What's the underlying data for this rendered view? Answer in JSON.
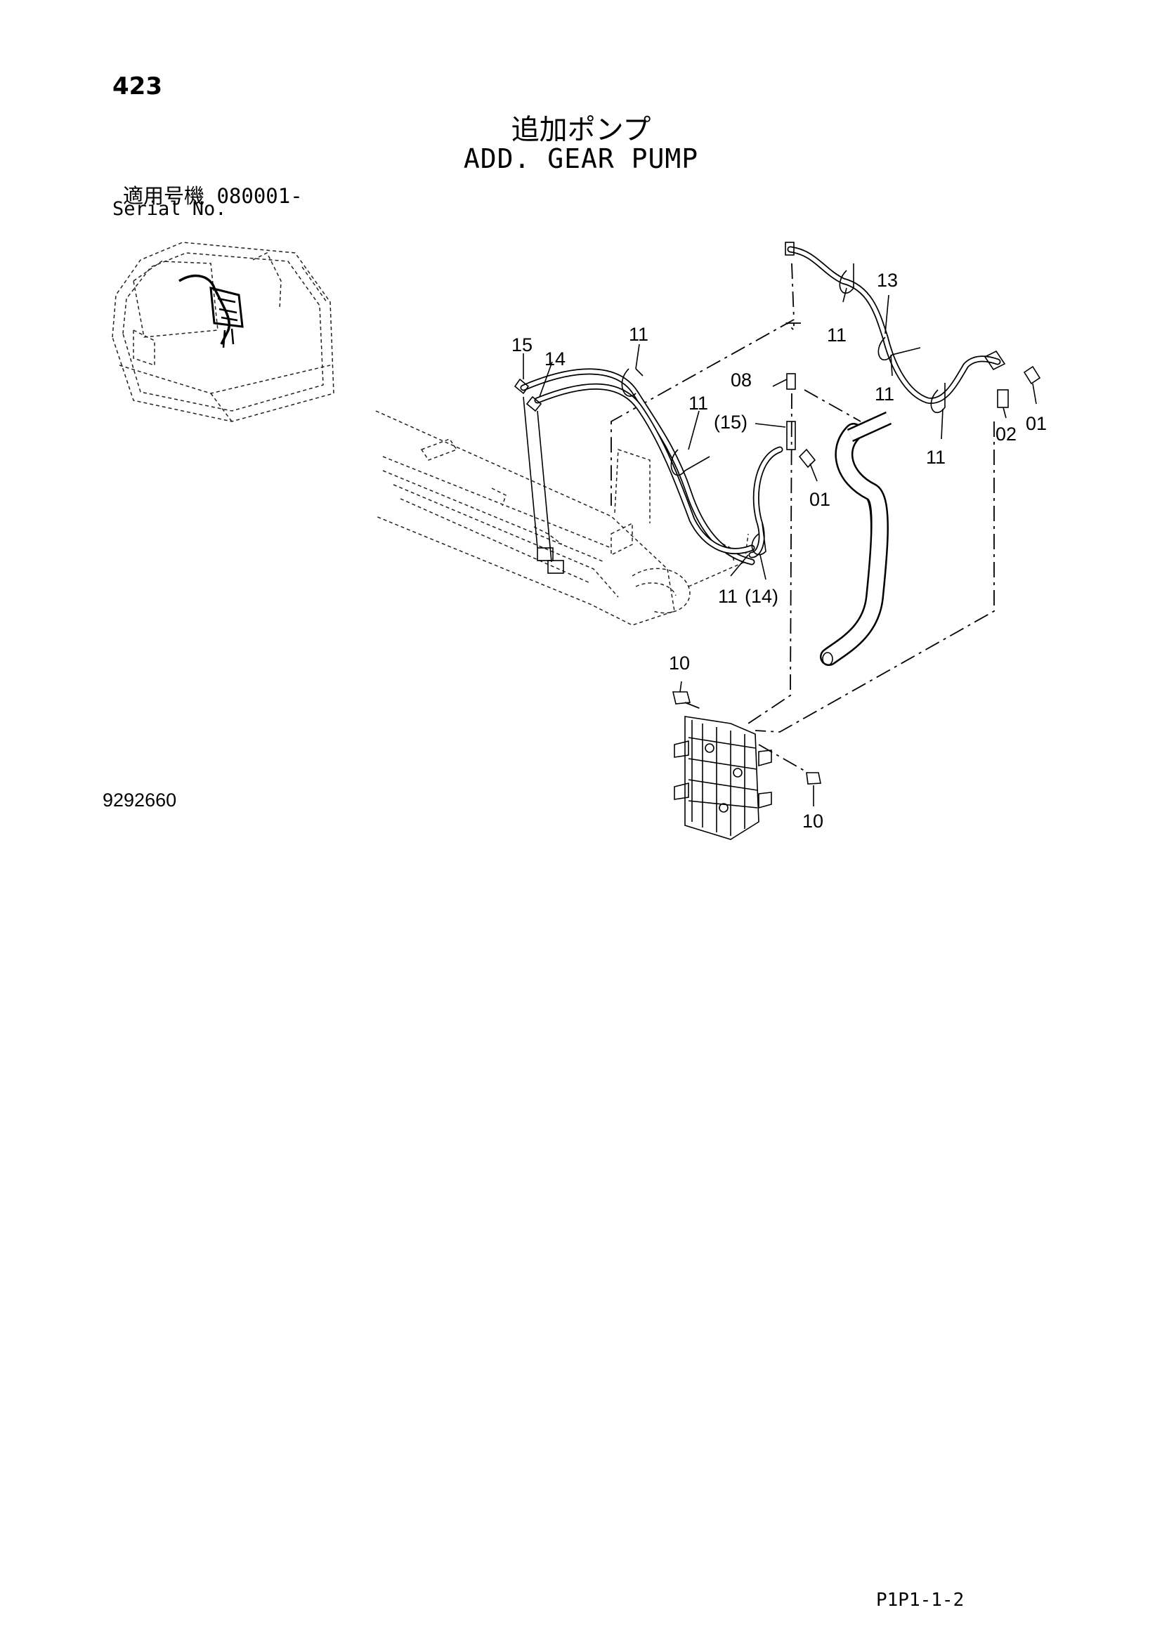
{
  "header": {
    "page_number": "423",
    "title_jp": "追加ポンプ",
    "title_en": "ADD. GEAR PUMP",
    "serial_jp": "適用号機  080001-",
    "serial_label": "Serial No."
  },
  "callouts": [
    {
      "id": "c-15a",
      "text": "15"
    },
    {
      "id": "c-14a",
      "text": "14"
    },
    {
      "id": "c-11a",
      "text": "11"
    },
    {
      "id": "c-11b",
      "text": "11"
    },
    {
      "id": "c-08",
      "text": "08"
    },
    {
      "id": "c-15b",
      "text": "(15)"
    },
    {
      "id": "c-01a",
      "text": "01"
    },
    {
      "id": "c-11c",
      "text": "11"
    },
    {
      "id": "c-14b",
      "text": "(14)"
    },
    {
      "id": "c-13",
      "text": "13"
    },
    {
      "id": "c-11d",
      "text": "11"
    },
    {
      "id": "c-11e",
      "text": "11"
    },
    {
      "id": "c-11f",
      "text": "11"
    },
    {
      "id": "c-02",
      "text": "02"
    },
    {
      "id": "c-01b",
      "text": "01"
    },
    {
      "id": "c-10a",
      "text": "10"
    },
    {
      "id": "c-10b",
      "text": "10"
    }
  ],
  "footer": {
    "drawing_number": "9292660",
    "page_code": "P1P1-1-2"
  }
}
